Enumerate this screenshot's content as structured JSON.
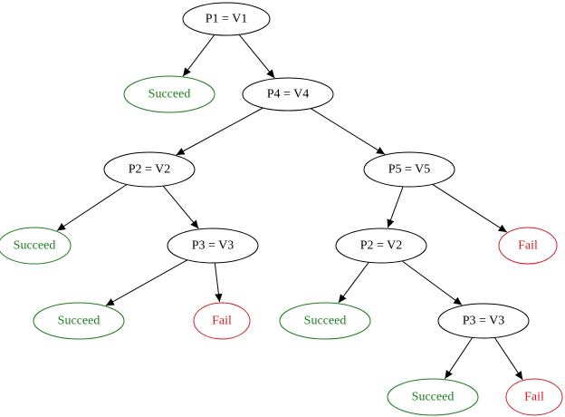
{
  "colors": {
    "decision_stroke": "#000000",
    "decision_text": "#000000",
    "succeed": "#1e7d1e",
    "fail": "#d4202a",
    "edge": "#000000"
  },
  "nodes": [
    {
      "id": "n1",
      "kind": "decision",
      "label": "P1 = V1"
    },
    {
      "id": "n2",
      "kind": "succeed",
      "label": "Succeed"
    },
    {
      "id": "n3",
      "kind": "decision",
      "label": "P4 = V4"
    },
    {
      "id": "n4",
      "kind": "decision",
      "label": "P2 = V2"
    },
    {
      "id": "n5",
      "kind": "decision",
      "label": "P5 = V5"
    },
    {
      "id": "n6",
      "kind": "succeed",
      "label": "Succeed"
    },
    {
      "id": "n7",
      "kind": "decision",
      "label": "P3 = V3"
    },
    {
      "id": "n8",
      "kind": "decision",
      "label": "P2 = V2"
    },
    {
      "id": "n9",
      "kind": "fail",
      "label": "Fail"
    },
    {
      "id": "n10",
      "kind": "succeed",
      "label": "Succeed"
    },
    {
      "id": "n11",
      "kind": "fail",
      "label": "Fail"
    },
    {
      "id": "n12",
      "kind": "succeed",
      "label": "Succeed"
    },
    {
      "id": "n13",
      "kind": "decision",
      "label": "P3 = V3"
    },
    {
      "id": "n14",
      "kind": "succeed",
      "label": "Succeed"
    },
    {
      "id": "n15",
      "kind": "fail",
      "label": "Fail"
    }
  ],
  "edges": [
    {
      "from": "n1",
      "to": "n2"
    },
    {
      "from": "n1",
      "to": "n3"
    },
    {
      "from": "n3",
      "to": "n4"
    },
    {
      "from": "n3",
      "to": "n5"
    },
    {
      "from": "n4",
      "to": "n6"
    },
    {
      "from": "n4",
      "to": "n7"
    },
    {
      "from": "n5",
      "to": "n8"
    },
    {
      "from": "n5",
      "to": "n9"
    },
    {
      "from": "n7",
      "to": "n10"
    },
    {
      "from": "n7",
      "to": "n11"
    },
    {
      "from": "n8",
      "to": "n12"
    },
    {
      "from": "n8",
      "to": "n13"
    },
    {
      "from": "n13",
      "to": "n14"
    },
    {
      "from": "n13",
      "to": "n15"
    }
  ]
}
